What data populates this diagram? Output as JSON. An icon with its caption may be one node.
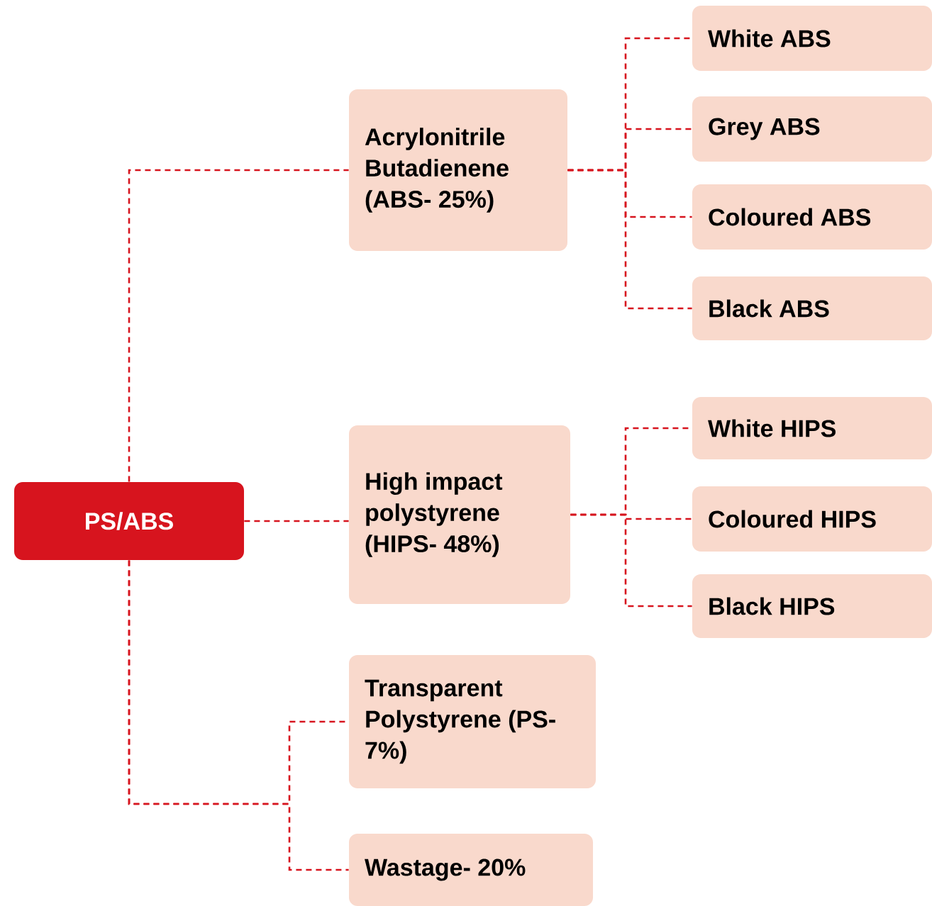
{
  "diagram": {
    "nodes": [
      {
        "text": [
          "PS/ABS"
        ]
      },
      {
        "text": [
          "Acrylonitrile Butadienene (ABS- 25%)"
        ]
      },
      {
        "text": [
          "White ABS"
        ]
      },
      {
        "text": [
          "Grey ABS"
        ]
      },
      {
        "text": [
          "Coloured ABS"
        ]
      },
      {
        "text": [
          "Black ABS"
        ]
      },
      {
        "text": [
          "High impact polystyrene (HIPS- 48%)"
        ]
      },
      {
        "text": [
          "White HIPS"
        ]
      },
      {
        "text": [
          "Coloured HIPS"
        ]
      },
      {
        "text": [
          "Black HIPS"
        ]
      },
      {
        "text": [
          "Transparent Polystyrene (PS- 7%)"
        ]
      },
      {
        "text": [
          "Wastage- 20%"
        ]
      }
    ],
    "edges": [
      {
        "from": 0,
        "to": 1,
        "arrow": "none",
        "style": "dashed"
      },
      {
        "from": 1,
        "to": 2,
        "arrow": "none",
        "style": "dashed"
      },
      {
        "from": 1,
        "to": 3,
        "arrow": "none",
        "style": "dashed"
      },
      {
        "from": 1,
        "to": 4,
        "arrow": "none",
        "style": "dashed"
      },
      {
        "from": 1,
        "to": 5,
        "arrow": "none",
        "style": "dashed"
      },
      {
        "from": 0,
        "to": 6,
        "arrow": "none",
        "style": "dashed"
      },
      {
        "from": 6,
        "to": 7,
        "arrow": "none",
        "style": "dashed"
      },
      {
        "from": 6,
        "to": 8,
        "arrow": "none",
        "style": "dashed"
      },
      {
        "from": 6,
        "to": 9,
        "arrow": "none",
        "style": "dashed"
      },
      {
        "from": 0,
        "to": 10,
        "arrow": "none",
        "style": "dashed"
      },
      {
        "from": 0,
        "to": 11,
        "arrow": "none",
        "style": "dashed"
      }
    ]
  }
}
